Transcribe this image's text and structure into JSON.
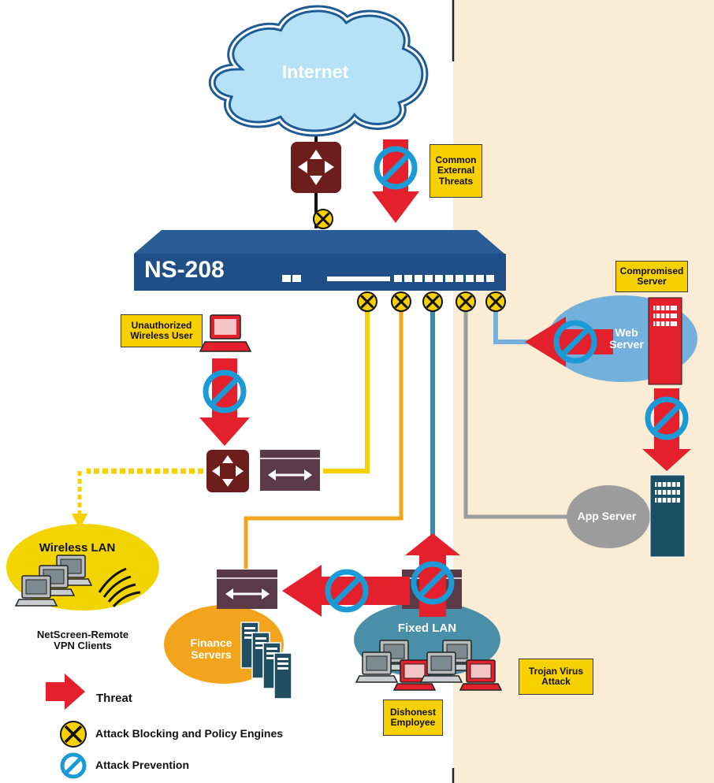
{
  "device": {
    "model": "NS-208"
  },
  "nodes": {
    "internet": "Internet",
    "web_server": [
      "Web",
      "Server"
    ],
    "app_server": "App Server",
    "wireless_lan": "Wireless LAN",
    "vpn_clients": [
      "NetScreen-Remote",
      "VPN Clients"
    ],
    "finance_servers": [
      "Finance",
      "Servers"
    ],
    "fixed_lan": "Fixed LAN"
  },
  "callouts": {
    "common_external_threats": [
      "Common",
      "External",
      "Threats"
    ],
    "unauthorized_wireless_user": [
      "Unauthorized",
      "Wireless User"
    ],
    "compromised_server": [
      "Compromised",
      "Server"
    ],
    "trojan_virus_attack": [
      "Trojan Virus",
      "Attack"
    ],
    "dishonest_employee": [
      "Dishonest",
      "Employee"
    ]
  },
  "legend": {
    "threat": "Threat",
    "attack_blocking": "Attack Blocking and Policy Engines",
    "attack_prevention": "Attack Prevention"
  },
  "colors": {
    "threat_red": "#e3202b",
    "engine_yellow": "#f7d000",
    "prevention_blue": "#1b9ad6",
    "device_navy": "#1f4f86",
    "router_maroon": "#6e1d1d",
    "zone_beige": "#fbecd6",
    "wireless_yellow": "#f2d400",
    "finance_orange": "#f2a51c",
    "fixed_lan_teal": "#4a8fa8",
    "web_blue": "#74b0dc",
    "app_gray": "#9c9c9c"
  }
}
